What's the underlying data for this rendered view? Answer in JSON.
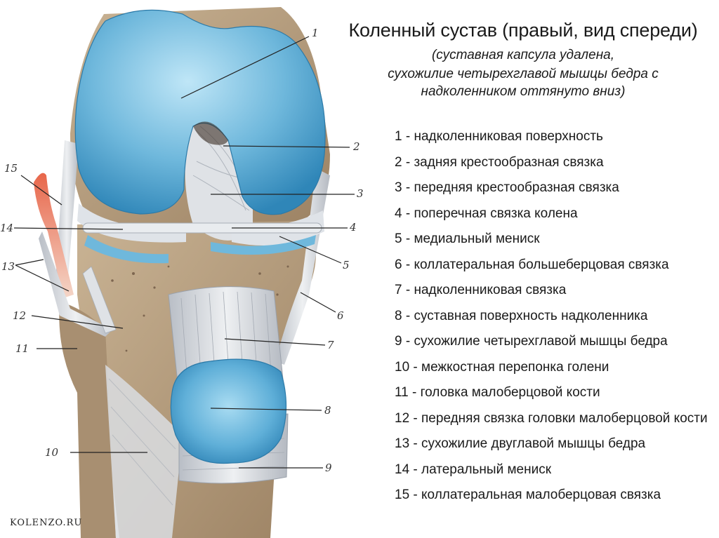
{
  "title": "Коленный сустав (правый, вид спереди)",
  "subtitle_lines": [
    "(суставная капсула удалена,",
    "сухожилие четырехглавой мышцы бедра с",
    "надколенником оттянуто вниз)"
  ],
  "legend": [
    "1 - надколенниковая поверхность",
    "2 - задняя крестообразная связка",
    "3 - передняя крестообразная связка",
    "4 - поперечная связка колена",
    "5 - медиальный мениск",
    "6 - коллатеральная большеберцовая связка",
    "7 - надколенниковая связка",
    "8 - суставная поверхность надколенника",
    "9 - сухожилие четырехглавой мышцы бедра",
    "10 - межкостная перепонка голени",
    "11 - головка малоберцовой кости",
    "12 - передняя связка головки малоберцовой кости",
    "13 - сухожилие двуглавой мышцы бедра",
    "14 - латеральный мениск",
    "15 - коллатеральная малоберцовая связка"
  ],
  "callout_numbers": [
    "1",
    "2",
    "3",
    "4",
    "5",
    "6",
    "7",
    "8",
    "9",
    "10",
    "11",
    "12",
    "13",
    "14",
    "15"
  ],
  "watermark": "KOLENZO.RU",
  "colors": {
    "cartilage_blue": "#6fb8dc",
    "bone_tan": "#b59c7e",
    "ligament_gray": "#d8dbe0",
    "tendon_red": "#d9442a"
  }
}
